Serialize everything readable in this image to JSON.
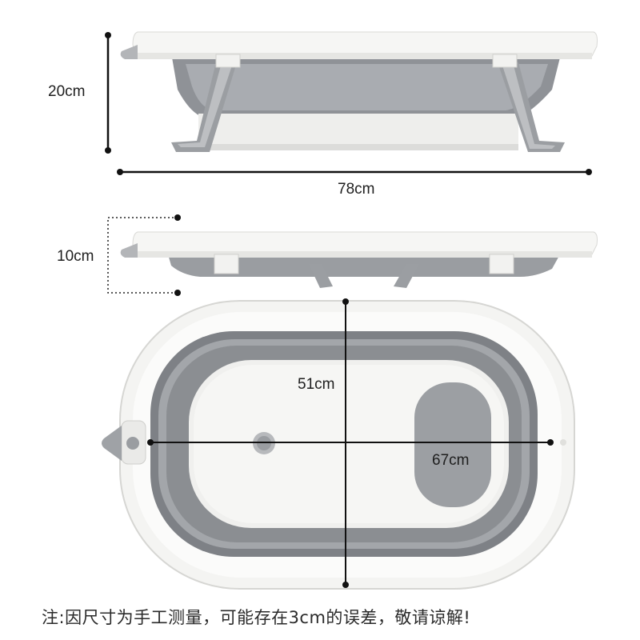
{
  "dimensions": {
    "height_unfolded": "20cm",
    "length": "78cm",
    "height_folded": "10cm",
    "width": "51cm",
    "inner_length": "67cm"
  },
  "note": "注:因尺寸为手工测量，可能存在3cm的误差，敬请谅解!"
}
